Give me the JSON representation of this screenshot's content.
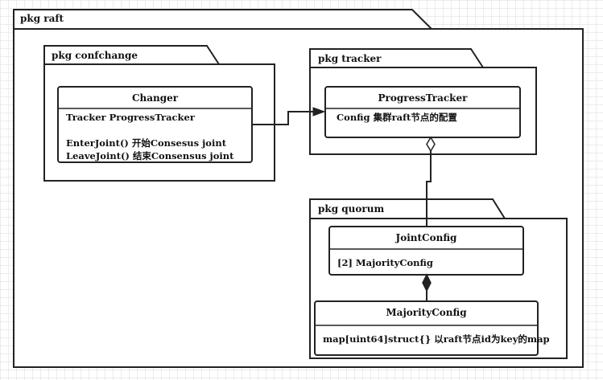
{
  "packages": {
    "raft": {
      "label": "pkg raft"
    },
    "confchange": {
      "label": "pkg confchange"
    },
    "tracker": {
      "label": "pkg tracker"
    },
    "quorum": {
      "label": "pkg quorum"
    }
  },
  "classes": {
    "changer": {
      "name": "Changer",
      "members": [
        "Tracker ProgressTracker",
        "EnterJoint() 开始Consesus joint",
        "LeaveJoint() 结束Consensus joint"
      ]
    },
    "progress_tracker": {
      "name": "ProgressTracker",
      "members": [
        "Config 集群raft节点的配置"
      ]
    },
    "joint_config": {
      "name": "JointConfig",
      "members": [
        "[2] MajorityConfig"
      ]
    },
    "majority_config": {
      "name": "MajorityConfig",
      "members": [
        "map[uint64]struct{} 以raft节点id为key的map"
      ]
    }
  },
  "relations": [
    {
      "from": "Changer",
      "to": "ProgressTracker",
      "type": "association"
    },
    {
      "from": "ProgressTracker",
      "to": "JointConfig",
      "type": "aggregation"
    },
    {
      "from": "JointConfig",
      "to": "MajorityConfig",
      "type": "composition"
    }
  ]
}
